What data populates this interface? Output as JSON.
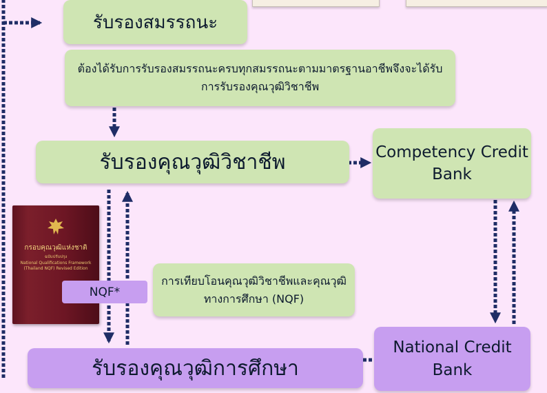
{
  "nodes": {
    "competency_certification": "รับรองสมรรถนะ",
    "competency_note": "ต้องได้รับการรับรองสมรรถนะครบทุกสมรรถนะตามมาตรฐานอาชีพจึงจะได้รับการรับรองคุณวุฒิวิชาชีพ",
    "professional_qualification": "รับรองคุณวุฒิวิชาชีพ",
    "competency_credit_bank": "Competency Credit Bank",
    "educational_qualification": "รับรองคุณวุฒิการศึกษา",
    "national_credit_bank": "National Credit Bank",
    "nqf_note": "การเทียบโอนคุณวุฒิวิชาชีพและคุณวุฒิทางการศึกษา (NQF)",
    "nqf_label": "NQF*"
  },
  "book": {
    "title": "กรอบคุณวุฒิแห่งชาติ",
    "subtitle": "ฉบับปรับปรุง",
    "english": "National Qualifications Framework (Thailand NQF) Revised Edition",
    "emblem_icon": "garuda-emblem-icon"
  },
  "colors": {
    "background": "#fce6fb",
    "green_box": "#cfe5b3",
    "purple_box": "#c79ef0",
    "connector": "#1f2d66"
  }
}
